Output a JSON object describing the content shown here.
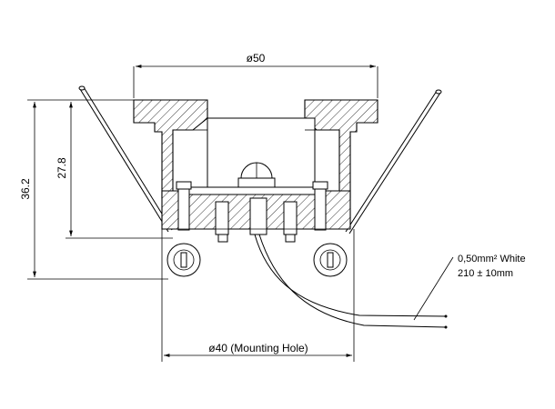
{
  "dimensions": {
    "top_diameter": "ø50",
    "overall_height": "36.2",
    "body_height": "27.8",
    "mounting_hole": "ø40 (Mounting Hole)"
  },
  "callout": {
    "wire_spec": "0,50mm² White",
    "wire_length": "210 ± 10mm"
  }
}
